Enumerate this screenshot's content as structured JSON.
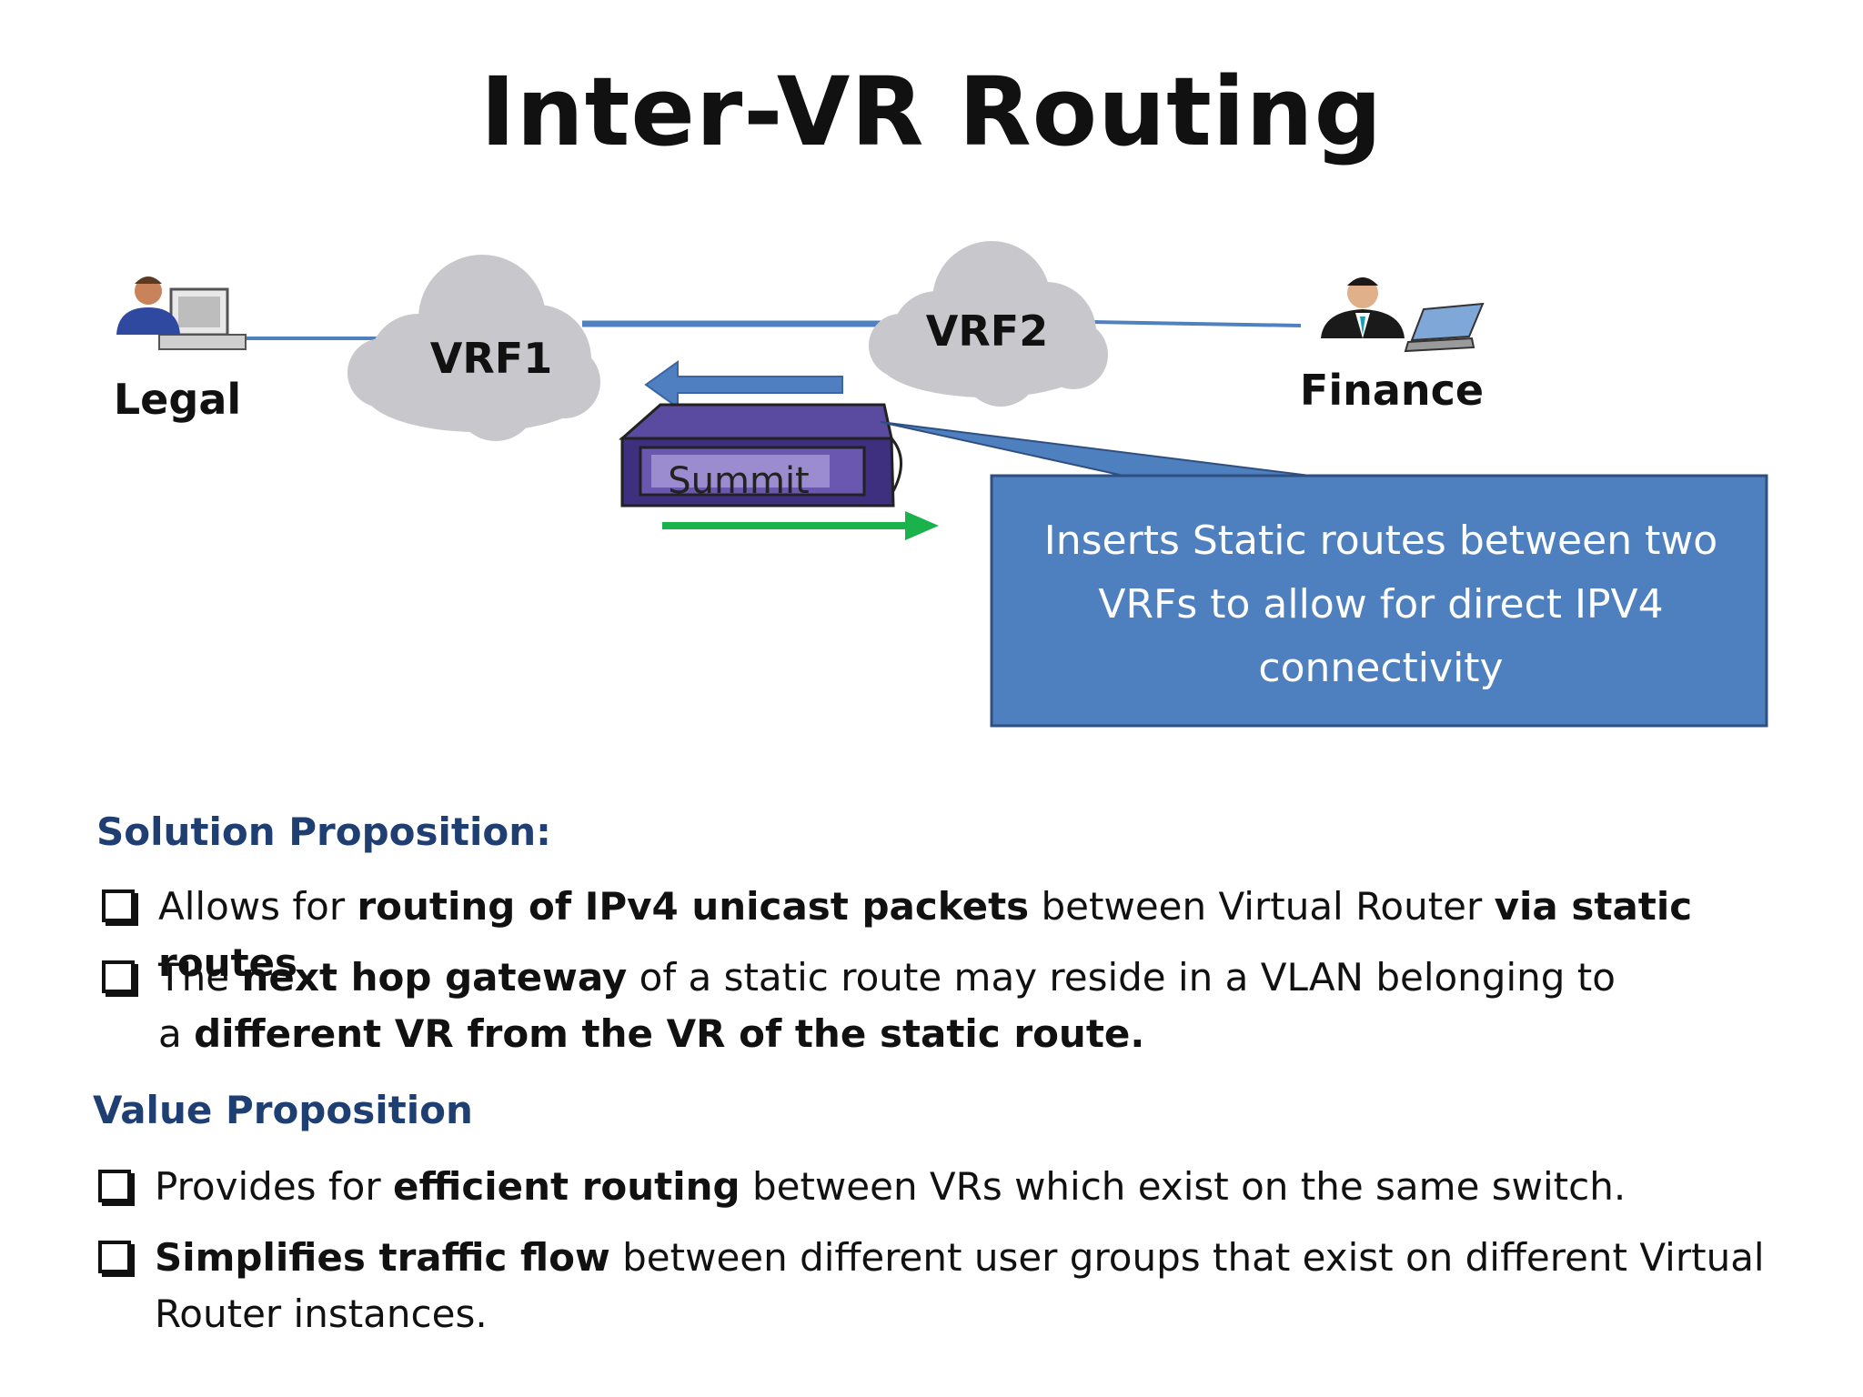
{
  "title": "Inter-VR Routing",
  "diagram": {
    "legal_label": "Legal",
    "finance_label": "Finance",
    "vrf1_label": "VRF1",
    "vrf2_label": "VRF2",
    "switch_label": "Summit",
    "callout": "Inserts Static routes between two VRFs to allow for direct IPV4 connectivity",
    "colors": {
      "link": "#4f80bf",
      "cloud": "#c8c8cc",
      "arrow_left": "#4f7fc0",
      "arrow_right": "#19b24b",
      "callout": "#4e7fbe",
      "switch": "#3e2f7f"
    }
  },
  "solution": {
    "heading": "Solution Proposition:",
    "bullets": [
      {
        "p1": "Allows for ",
        "b1": "routing of IPv4 unicast packets",
        "p2": " between Virtual Router ",
        "b2": "via static routes"
      },
      {
        "p1": "The ",
        "b1": "next hop gateway",
        "p2": " of a static route may reside in a VLAN belonging to a ",
        "b2": "different VR from the VR of the static route."
      }
    ]
  },
  "value": {
    "heading": "Value Proposition",
    "bullets": [
      {
        "p1": "Provides for ",
        "b1": "efficient routing",
        "p2": " between VRs which exist on the same switch."
      },
      {
        "b1": "Simplifies traffic flow",
        "p2": " between different user groups that exist on different Virtual Router instances."
      }
    ]
  }
}
